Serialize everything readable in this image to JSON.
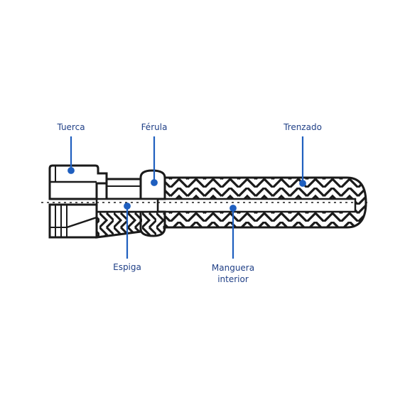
{
  "diagram": {
    "labels": {
      "tuerca": "Tuerca",
      "ferula": "Férula",
      "trenzado": "Trenzado",
      "espiga": "Espiga",
      "manguera_line1": "Manguera",
      "manguera_line2": "interior"
    },
    "colors": {
      "label_text": "#1f3f86",
      "leader": "#1f5fbf",
      "outline": "#1a1a1a",
      "hatch": "#1a1a1a",
      "background": "#ffffff"
    }
  }
}
